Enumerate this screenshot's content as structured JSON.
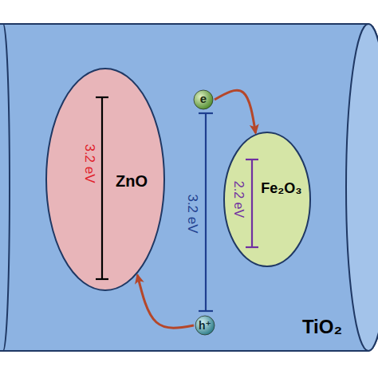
{
  "diagram": {
    "nodes": [
      {
        "text": [
          "TiO₂"
        ]
      },
      {
        "text": [
          "3.2 eV",
          "ZnO"
        ],
        "in": 0
      },
      {
        "text": [
          "e"
        ],
        "in": 0
      },
      {
        "text": [
          "2.2 eV",
          "Fe₂O₃"
        ],
        "in": 0
      },
      {
        "text": [
          "h⁺"
        ],
        "in": 0
      }
    ],
    "edges": [
      {
        "from": 2,
        "to": 3,
        "arrow": "to"
      },
      {
        "from": 4,
        "to": 1,
        "arrow": "to"
      }
    ],
    "labels": [
      "3.2 eV"
    ]
  }
}
